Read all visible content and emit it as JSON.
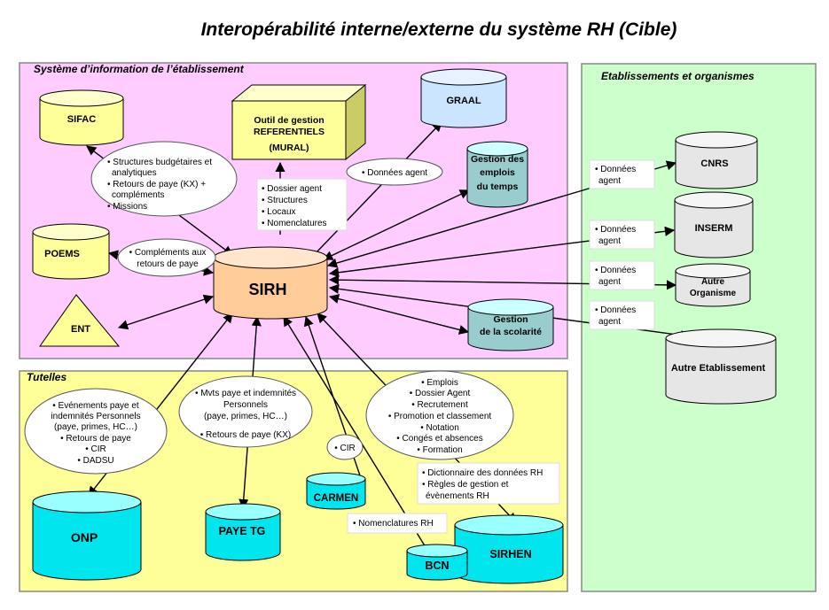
{
  "title": "Interopérabilité interne/externe du système RH (Cible)",
  "zones": {
    "internal": {
      "label": "Système d’information de l’établissement",
      "color": "#ffccff"
    },
    "tutelles": {
      "label": "Tutelles",
      "color": "#ffff99"
    },
    "external": {
      "label": "Etablissements et organismes",
      "color": "#ccffcc"
    }
  },
  "systems": {
    "sirh": "SIRH",
    "sifac": "SIFAC",
    "poems": "POEMS",
    "ent": "ENT",
    "graal": "GRAAL",
    "edt": [
      "Gestion des",
      "emplois",
      "du temps"
    ],
    "scol": [
      "Gestion",
      "de la scolarité"
    ],
    "referentiels": [
      "Outil de gestion",
      "REFERENTIELS",
      "(MURAL)"
    ],
    "cnrs": "CNRS",
    "inserm": "INSERM",
    "autre_org": [
      "Autre",
      "Organisme"
    ],
    "autre_etab": "Autre Etablissement",
    "onp": "ONP",
    "payetg": "PAYE TG",
    "carmen": "CARMEN",
    "bcn": "BCN",
    "sirhen": "SIRHEN"
  },
  "flows": {
    "sifac": [
      "• Structures budgétaires et",
      "analytiques",
      "• Retours de paye (KX) +",
      "compléments",
      "• Missions"
    ],
    "poems": [
      "• Compléments aux",
      "retours de paye"
    ],
    "mural": [
      "• Dossier agent",
      "• Structures",
      "• Locaux",
      "• Nomenclatures"
    ],
    "graal": [
      "• Données agent"
    ],
    "cnrs": [
      "• Données",
      "agent"
    ],
    "inserm": [
      "• Données",
      "agent"
    ],
    "autre_org": [
      "• Données",
      "agent"
    ],
    "autre_etab": [
      "• Données",
      "agent"
    ],
    "onp": [
      "• Evénements paye et",
      "indemnités Personnels",
      "(paye, primes, HC…)",
      "• Retours de paye",
      "• CIR",
      "• DADSU"
    ],
    "payetg": [
      "• Mvts paye et indemnités",
      "Personnels",
      "(paye, primes, HC…)",
      "• Retours de paye (KX)"
    ],
    "cir": [
      "• CIR"
    ],
    "sirhen": [
      "• Emplois",
      "• Dossier Agent",
      "• Recrutement",
      "• Promotion et classement",
      "• Notation",
      "• Congés et absences",
      "• Formation"
    ],
    "dico": [
      "• Dictionnaire des données RH",
      "• Règles de gestion et",
      "évènements RH"
    ],
    "bcn": [
      "• Nomenclatures RH"
    ]
  }
}
